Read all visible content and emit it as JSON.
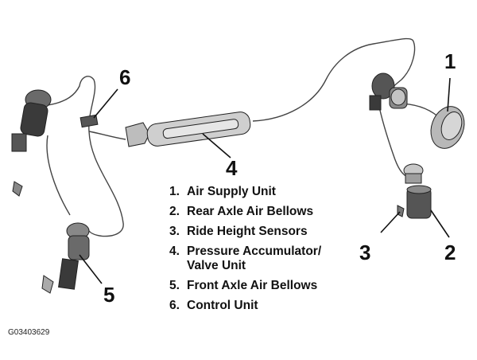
{
  "figure_id": "G03403629",
  "callouts": [
    "1",
    "2",
    "3",
    "4",
    "5",
    "6"
  ],
  "legend": [
    {
      "num": "1.",
      "label": "Air Supply Unit"
    },
    {
      "num": "2.",
      "label": "Rear Axle Air Bellows"
    },
    {
      "num": "3.",
      "label": "Ride Height Sensors"
    },
    {
      "num": "4.",
      "label": "Pressure Accumulator/\nValve Unit"
    },
    {
      "num": "5.",
      "label": "Front Axle Air Bellows"
    },
    {
      "num": "6.",
      "label": "Control Unit"
    }
  ],
  "colors": {
    "line": "#333333",
    "metal": "#9a9a9a",
    "dark": "#2a2a2a",
    "text": "#111111"
  }
}
